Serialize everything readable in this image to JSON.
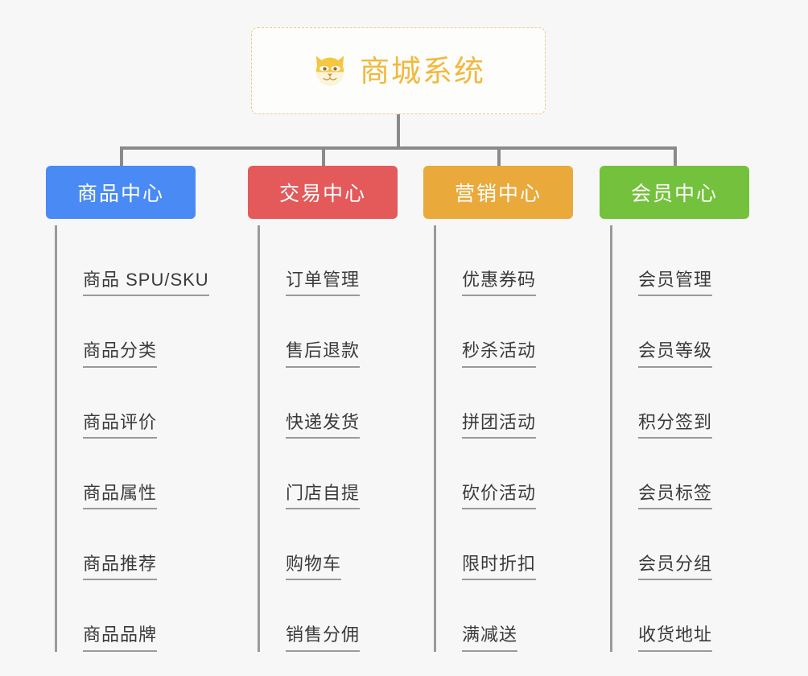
{
  "page": {
    "background": "#f7f7f7",
    "line_color": "#8a8a8a"
  },
  "root": {
    "title": "商城系统",
    "icon": "shiba-dog-icon",
    "accent": "#f0b93f",
    "border": "#e8c98a"
  },
  "categories": [
    {
      "label": "商品中心",
      "color": "#4a8af4",
      "items": [
        "商品 SPU/SKU",
        "商品分类",
        "商品评价",
        "商品属性",
        "商品推荐",
        "商品品牌"
      ]
    },
    {
      "label": "交易中心",
      "color": "#e4595a",
      "items": [
        "订单管理",
        "售后退款",
        "快递发货",
        "门店自提",
        "购物车",
        "销售分佣"
      ]
    },
    {
      "label": "营销中心",
      "color": "#eaa93b",
      "items": [
        "优惠券码",
        "秒杀活动",
        "拼团活动",
        "砍价活动",
        "限时折扣",
        "满减送"
      ]
    },
    {
      "label": "会员中心",
      "color": "#73c13c",
      "items": [
        "会员管理",
        "会员等级",
        "积分签到",
        "会员标签",
        "会员分组",
        "收货地址"
      ]
    }
  ]
}
